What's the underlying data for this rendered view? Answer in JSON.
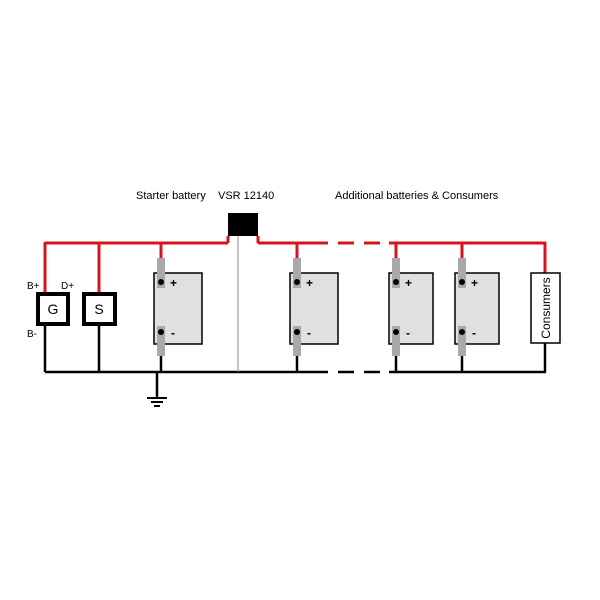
{
  "labels": {
    "starter_battery": "Starter battery",
    "vsr": "VSR 12140",
    "additional": "Additional batteries & Consumers"
  },
  "generator": {
    "letter": "G",
    "b_plus": "B+",
    "d_plus": "D+",
    "b_minus": "B-"
  },
  "starter": {
    "letter": "S"
  },
  "battery_signs": {
    "plus": "+",
    "minus": "-"
  },
  "consumers": {
    "label": "Consumers"
  },
  "colors": {
    "positive_wire": "#d4151c",
    "negative_wire": "#000000",
    "battery_fill": "#e0e0e0",
    "terminal": "#a9a9a9",
    "relay": "#000000"
  }
}
